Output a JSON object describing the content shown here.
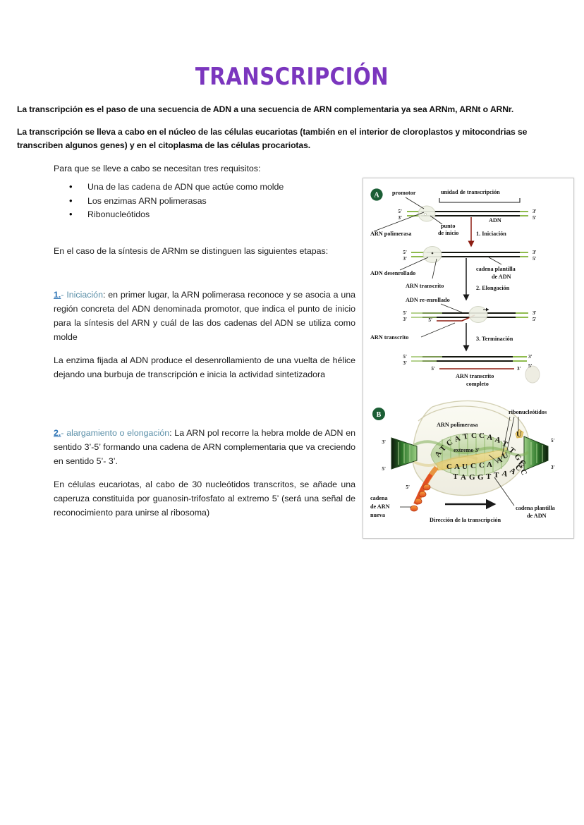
{
  "document": {
    "title": "TRANSCRIPCIÓN",
    "title_color": "#7B36BE"
  },
  "intro": {
    "paragraph_1": "La transcripción es el paso de una secuencia de ADN a una secuencia de ARN complementaria ya sea ARNm, ARNt o ARNr.",
    "paragraph_2": "La transcripción se lleva a cabo en el núcleo de las células eucariotas (también en el interior de cloroplastos y mitocondrias se transcriben algunos genes)  y en el citoplasma de las células procariotas."
  },
  "requirements": {
    "lead": "Para que se lleve a cabo se necesitan tres requisitos:",
    "items": [
      "Una de  las cadena de ADN que actúe como molde",
      "Los enzimas ARN polimerasas",
      "Ribonucleótidos"
    ]
  },
  "stages_lead": "En el caso de la síntesis de ARNm  se distinguen las siguientes etapas:",
  "sections": [
    {
      "marker": "1.",
      "dash": "- ",
      "kicker": "Iniciación",
      "colon": ": ",
      "body": "en primer lugar, la ARN polimerasa reconoce y se asocia a una región concreta del ADN denominada promotor, que indica el punto de inicio para la síntesis del ARN y cuál de las dos cadenas del ADN se utiliza como molde",
      "extra": "La enzima fijada al ADN produce el desenrollamiento de una vuelta de hélice dejando una burbuja de transcripción e inicia la actividad sintetizadora"
    },
    {
      "marker": "2.",
      "dash": "- ",
      "kicker": "alargamiento o elongación",
      "colon": ": ",
      "body": "La ARN pol recorre la hebra molde de ADN en sentido 3’-5’ formando una cadena de ARN complementaria que va creciendo en sentido 5’- 3’.",
      "extra": " En células eucariotas, al cabo de 30 nucleótidos transcritos, se añade una caperuza constituida por guanosin-trifosfato al extremo 5’ (será una señal de reconocimiento para unirse al ribosoma)"
    }
  ],
  "figure": {
    "panel_a": {
      "letter": "A",
      "labels": {
        "promotor": "promotor",
        "unidad": "unidad de transcripción",
        "adn": "ADN",
        "arn_polimerasa": "ARN polimerasa",
        "punto_inicio_l1": "punto",
        "punto_inicio_l2": "de inicio",
        "paso1": "1. Iniciación",
        "adn_desenrollado": "ADN desenrollado",
        "arn_transcrito_1": "ARN transcrito",
        "cadena_plantilla_l1": "cadena plantilla",
        "cadena_plantilla_l2": "de ADN",
        "paso2": "2. Elongación",
        "adn_reenrollado": "ADN re-enrollado",
        "arn_transcrito_2": "ARN transcrito",
        "paso3": "3. Terminación",
        "arn_completo_l1": "ARN transcrito",
        "arn_completo_l2": "completo",
        "five_prime": "5'",
        "three_prime": "3'"
      }
    },
    "panel_b": {
      "letter": "B",
      "labels": {
        "arn_polimerasa": "ARN polimerasa",
        "ribonucleotidos": "ribonucleótidos",
        "extremo3": "extremo 3'",
        "cadena_plantilla_l1": "cadena plantilla",
        "cadena_plantilla_l2": "de ADN",
        "cadena_arn_l1": "cadena",
        "cadena_arn_l2": "de ARN",
        "cadena_arn_l3": "nueva",
        "direccion": "Dirección de la transcripción",
        "five_prime": "5'",
        "three_prime": "3'"
      },
      "sequences": {
        "dna_top": "ATCATCCAAT",
        "dna_top_tail": "TGGC",
        "rna_strand": "CAUCCA",
        "rna_tail": "AU",
        "dna_template": "TAGGTTA",
        "dna_template_tail": "ACC",
        "free_nucleotide": "U"
      }
    }
  }
}
